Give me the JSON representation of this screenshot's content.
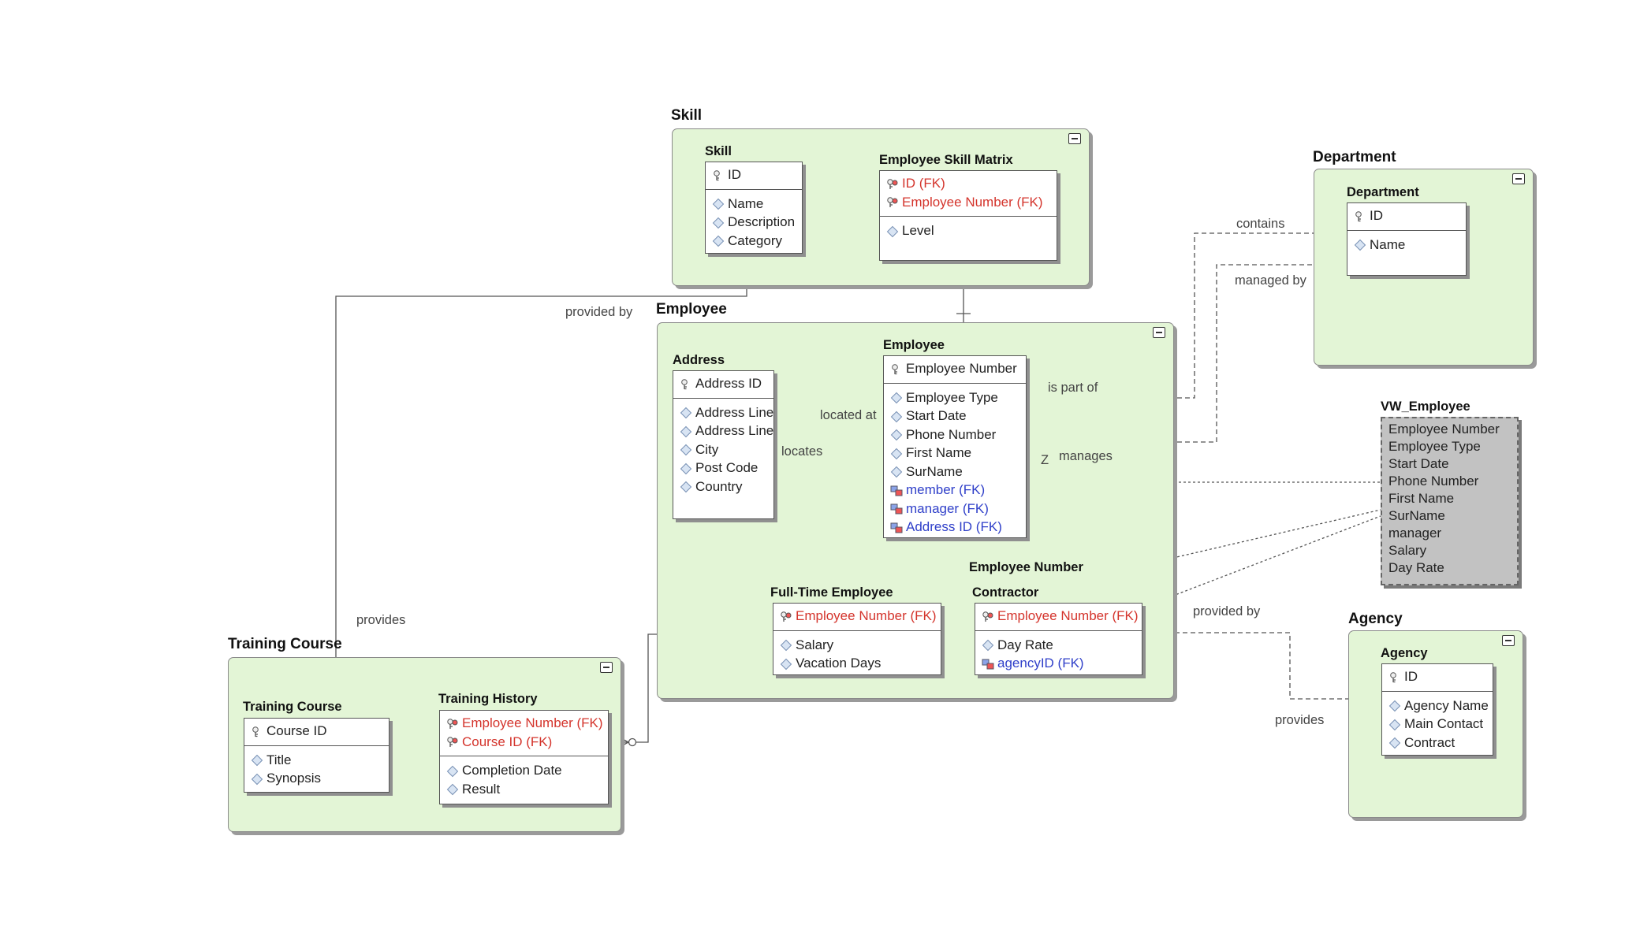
{
  "colors": {
    "group_fill": "#e3f5d6",
    "fk_text": "#d4342c",
    "fk_ref_text": "#2f3fc9",
    "view_fill": "#c2c2c2"
  },
  "groups": {
    "skill": {
      "title": "Skill"
    },
    "department": {
      "title": "Department"
    },
    "employee": {
      "title": "Employee"
    },
    "training": {
      "title": "Training Course"
    },
    "agency": {
      "title": "Agency"
    }
  },
  "entities": {
    "skill": {
      "title": "Skill",
      "pk": [
        "ID"
      ],
      "attrs": [
        "Name",
        "Description",
        "Category"
      ]
    },
    "skill_matrix": {
      "title": "Employee Skill Matrix",
      "pk": [
        "ID (FK)",
        "Employee Number (FK)"
      ],
      "attrs": [
        "Level"
      ]
    },
    "department": {
      "title": "Department",
      "pk": [
        "ID"
      ],
      "attrs": [
        "Name"
      ]
    },
    "address": {
      "title": "Address",
      "pk": [
        "Address ID"
      ],
      "attrs": [
        "Address Line",
        "Address Line",
        "City",
        "Post Code",
        "Country"
      ]
    },
    "employee": {
      "title": "Employee",
      "pk": [
        "Employee Number"
      ],
      "attrs": [
        "Employee Type",
        "Start Date",
        "Phone Number",
        "First Name",
        "SurName"
      ],
      "fk_attrs": [
        "member (FK)",
        "manager (FK)",
        "Address ID (FK)"
      ]
    },
    "fulltime": {
      "title": "Full-Time Employee",
      "pk": [
        "Employee Number (FK)"
      ],
      "attrs": [
        "Salary",
        "Vacation Days"
      ]
    },
    "contractor": {
      "title": "Contractor",
      "pk": [
        "Employee Number (FK)"
      ],
      "attrs": [
        "Day Rate"
      ],
      "fk_attrs": [
        "agencyID (FK)"
      ]
    },
    "vw_employee": {
      "title": "VW_Employee",
      "attrs": [
        "Employee Number",
        "Employee Type",
        "Start Date",
        "Phone Number",
        "First Name",
        "SurName",
        "manager",
        "Salary",
        "Day Rate"
      ]
    },
    "training_course": {
      "title": "Training Course",
      "pk": [
        "Course ID"
      ],
      "attrs": [
        "Title",
        "Synopsis"
      ]
    },
    "training_history": {
      "title": "Training History",
      "pk": [
        "Employee Number (FK)",
        "Course ID (FK)"
      ],
      "attrs": [
        "Completion Date",
        "Result"
      ]
    },
    "agency": {
      "title": "Agency",
      "pk": [
        "ID"
      ],
      "attrs": [
        "Agency Name",
        "Main Contact",
        "Contract"
      ]
    }
  },
  "relationships": {
    "provided_by_skill": "provided by",
    "provides_training": "provides",
    "contains": "contains",
    "managed_by": "managed by",
    "is_part_of": "is part of",
    "manages": "manages",
    "manages_mark": "Z",
    "located_at": "located at",
    "locates": "locates",
    "subtype_discriminator": "Employee Number",
    "provided_by_agency": "provided by",
    "provides_agency": "provides"
  }
}
